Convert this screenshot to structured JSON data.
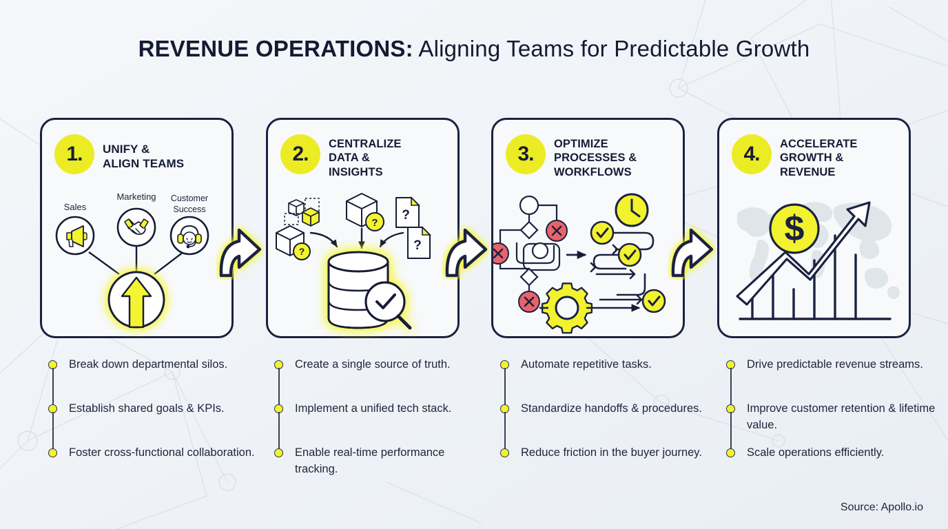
{
  "title": {
    "bold_part": "REVENUE OPERATIONS:",
    "regular_part": " Aligning Teams for Predictable Growth",
    "full": "REVENUE OPERATIONS: Aligning Teams for Predictable Growth"
  },
  "colors": {
    "accent_yellow": "#ecec24",
    "bullet_yellow": "#f2f22e",
    "ink_navy": "#1b2240",
    "red_x": "#e8646a",
    "background": "#f1f4f8",
    "card_fill": "#f7f9fb"
  },
  "cards": [
    {
      "number": "1.",
      "title": "UNIFY &\nALIGN TEAMS",
      "icon_labels": [
        "Sales",
        "Marketing",
        "Customer\nSuccess"
      ],
      "icons": [
        "megaphone-icon",
        "handshake-icon",
        "headset-icon",
        "up-arrow-icon"
      ]
    },
    {
      "number": "2.",
      "title": "CENTRALIZE\nDATA &\nINSIGHTS",
      "icon_labels": [],
      "icons": [
        "cube-icon",
        "question-cube-icon",
        "question-document-icon",
        "database-icon",
        "magnifier-check-icon"
      ]
    },
    {
      "number": "3.",
      "title": "OPTIMIZE\nPROCESSES &\nWORKFLOWS",
      "icon_labels": [],
      "icons": [
        "tangled-flowchart-icon",
        "red-x-icon",
        "gear-icon",
        "clock-icon",
        "check-circle-icon"
      ]
    },
    {
      "number": "4.",
      "title": "ACCELERATE\nGROWTH &\nREVENUE",
      "icon_labels": [],
      "icons": [
        "world-map-icon",
        "bar-chart-icon",
        "growth-arrow-icon",
        "dollar-circle-icon"
      ]
    }
  ],
  "bullet_columns": [
    {
      "items": [
        "Break down departmental silos.",
        "Establish shared goals & KPIs.",
        "Foster cross-functional collaboration."
      ]
    },
    {
      "items": [
        "Create a single source of truth.",
        "Implement a unified tech stack.",
        "Enable real-time performance tracking."
      ]
    },
    {
      "items": [
        "Automate repetitive tasks.",
        "Standardize handoffs & procedures.",
        "Reduce friction in the buyer journey."
      ]
    },
    {
      "items": [
        "Drive predictable revenue streams.",
        "Improve customer retention & lifetime value.",
        "Scale operations efficiently."
      ]
    }
  ],
  "connectors": [
    "curved-arrow-icon",
    "curved-arrow-icon",
    "curved-arrow-icon"
  ],
  "source": "Source: Apollo.io"
}
